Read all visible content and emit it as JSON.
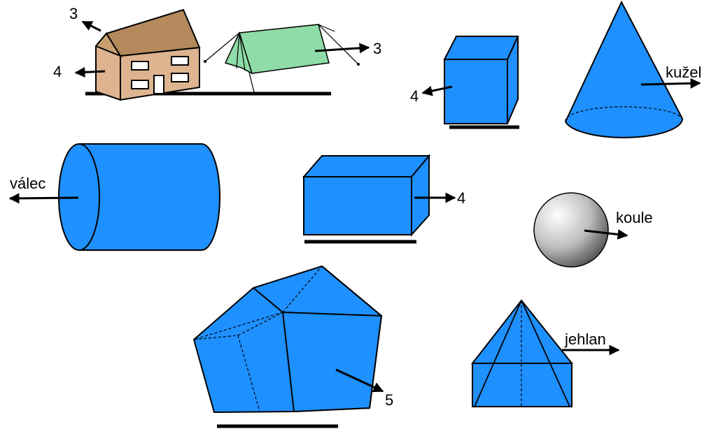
{
  "labels": {
    "house_roof": "3",
    "house_wall": "4",
    "tent": "3",
    "cube": "4",
    "cone": "kužel",
    "cylinder": "válec",
    "box": "4",
    "sphere": "koule",
    "prism": "5",
    "pyramid": "jehlan"
  },
  "colors": {
    "solid_fill": "#1e90ff",
    "outline": "#000000",
    "house_wall": "#ddb48f",
    "house_roof": "#b48a5d",
    "tent": "#8fdca8"
  }
}
